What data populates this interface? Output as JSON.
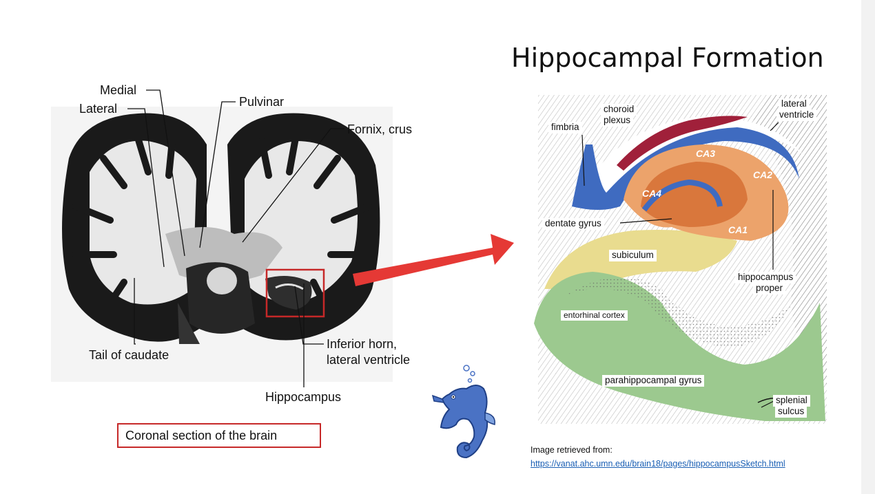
{
  "slide": {
    "title": "Hippocampal Formation",
    "caption": "Coronal section of the brain",
    "credit": {
      "label": "Image retrieved from:",
      "url": "https://vanat.ahc.umn.edu/brain18/pages/hippocampusSketch.html"
    },
    "colors": {
      "arrow": "#e53935",
      "highlight_box": "#c62828",
      "seahorse": "#4a72c4"
    }
  },
  "coronal_labels": {
    "medial": "Medial",
    "lateral": "Lateral",
    "pulvinar": "Pulvinar",
    "fornix": "Fornix, crus",
    "tail_caudate": "Tail of caudate",
    "inferior_horn_1": "Inferior horn,",
    "inferior_horn_2": "lateral ventricle",
    "hippocampus": "Hippocampus"
  },
  "hippo_labels": {
    "choroid_1": "choroid",
    "choroid_2": "plexus",
    "fimbria": "fimbria",
    "lateral_ventricle_1": "lateral",
    "lateral_ventricle_2": "ventricle",
    "ca3": "CA3",
    "ca2": "CA2",
    "ca4": "CA4",
    "ca1": "CA1",
    "dentate": "dentate gyrus",
    "subiculum": "subiculum",
    "proper_1": "hippocampus",
    "proper_2": "proper",
    "entorhinal": "entorhinal cortex",
    "parahippocampal": "parahippocampal gyrus",
    "splenial_1": "splenial",
    "splenial_2": "sulcus"
  }
}
